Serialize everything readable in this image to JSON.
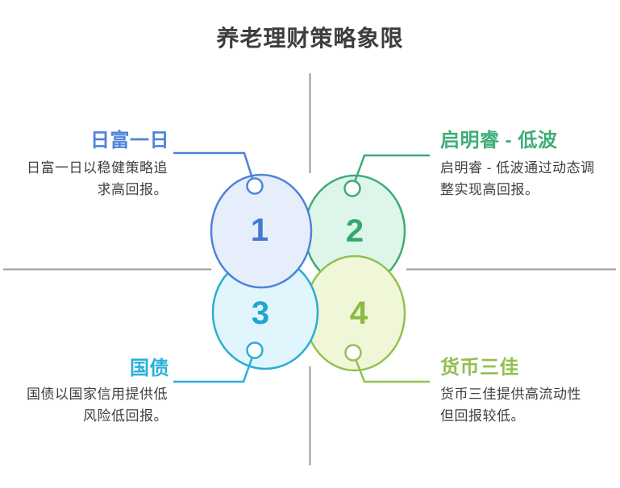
{
  "title": {
    "text": "养老理财策略象限",
    "color": "#3d3d3d"
  },
  "axis": {
    "color": "#9a9a9a"
  },
  "description_text_color": "#404040",
  "ring_fill": "#ffffff",
  "quadrants": [
    {
      "number": "1",
      "label": "日富一日",
      "desc_lines": [
        "日富一日以稳健策略追",
        "求高回报。"
      ],
      "stroke": "#4e82d8",
      "fill": "#e7eefb",
      "number_color": "#4478d4",
      "label_color": "#5083d9"
    },
    {
      "number": "2",
      "label": "启明睿 - 低波",
      "desc_lines": [
        "启明睿 - 低波通过动态调",
        "整实现高回报。"
      ],
      "stroke": "#3cac75",
      "fill": "#def6e9",
      "number_color": "#35a96f",
      "label_color": "#3fae77"
    },
    {
      "number": "3",
      "label": "国债",
      "desc_lines": [
        "国债以国家信用提供低",
        "风险低回报。"
      ],
      "stroke": "#2aadd8",
      "fill": "#e1f6fc",
      "number_color": "#1fa6d2",
      "label_color": "#29afd9"
    },
    {
      "number": "4",
      "label": "货币三佳",
      "desc_lines": [
        "货币三佳提供高流动性",
        "但回报较低。"
      ],
      "stroke": "#94c14e",
      "fill": "#eff7d8",
      "number_color": "#8cbb44",
      "label_color": "#92bf4f"
    }
  ]
}
